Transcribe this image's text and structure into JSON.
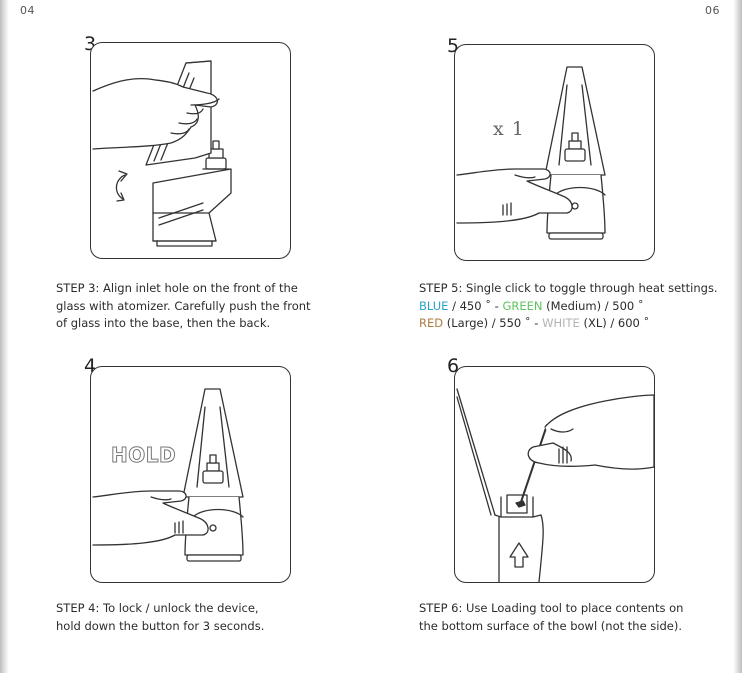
{
  "page_numbers": {
    "left": "04",
    "right": "06"
  },
  "steps": {
    "s3": {
      "number": "3",
      "lines": [
        "STEP 3: Align inlet hole on the front of the",
        "glass with atomizer. Carefully push the front",
        "of glass into the base, then the back."
      ]
    },
    "s5": {
      "number": "5",
      "overlay": "x 1",
      "line1": "STEP 5: Single click to toggle through heat settings.",
      "blue": "BLUE",
      "blue_rest": " / 450 ˚  - ",
      "green": "GREEN",
      "green_rest": " (Medium) / 500 ˚",
      "red": "RED",
      "red_rest": " (Large) / 550 ˚  - ",
      "white": "WHITE",
      "white_rest": " (XL) / 600 ˚",
      "colors": {
        "blue": "#29a3c9",
        "green": "#5ec35e",
        "red": "#b07a43",
        "white": "#b3b3b3"
      }
    },
    "s4": {
      "number": "4",
      "overlay": "HOLD",
      "lines": [
        "STEP 4: To lock / unlock the device,",
        "hold down the button for 3 seconds."
      ]
    },
    "s6": {
      "number": "6",
      "lines": [
        "STEP 6: Use Loading tool to place contents on",
        "the bottom surface of the bowl (not the side)."
      ]
    }
  }
}
